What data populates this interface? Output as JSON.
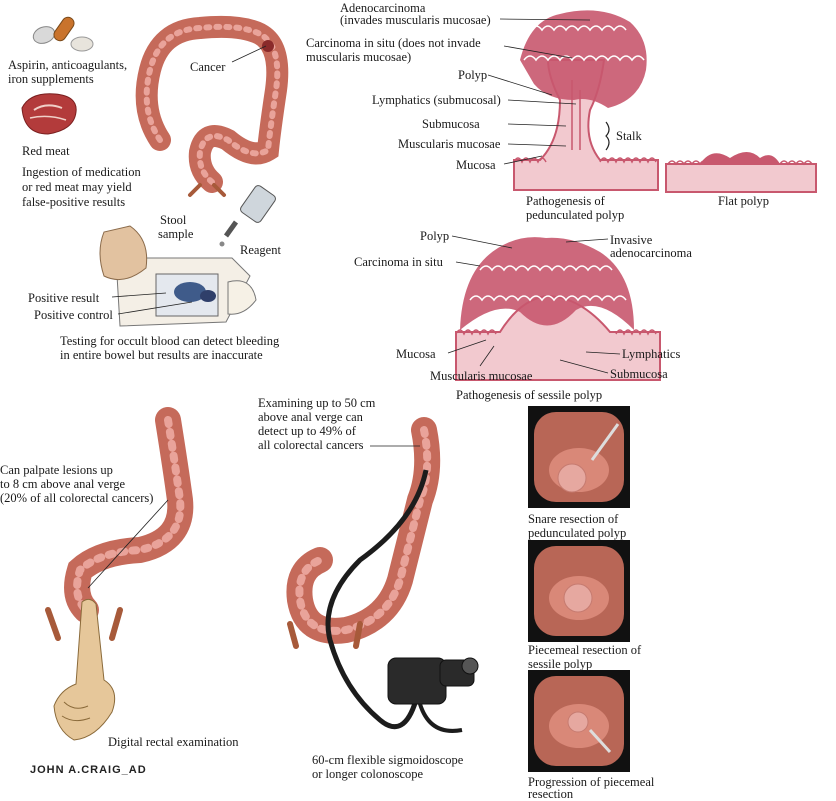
{
  "labels": {
    "aspirin": "Aspirin, anticoagulants,",
    "aspirin2": "iron supplements",
    "red_meat": "Red meat",
    "ingestion1": "Ingestion of medication",
    "ingestion2": "or red meat may yield",
    "ingestion3": "false-positive results",
    "cancer": "Cancer",
    "stool1": "Stool",
    "stool2": "sample",
    "reagent": "Reagent",
    "positive_result": "Positive result",
    "positive_control": "Positive control",
    "testing1": "Testing for occult blood can detect bleeding",
    "testing2": "in entire bowel but results are inaccurate",
    "adeno1": "Adenocarcinoma",
    "adeno2": "(invades muscularis mucosae)",
    "cis1": "Carcinoma in situ (does not invade",
    "cis2": "muscularis mucosae)",
    "polyp": "Polyp",
    "lymph_sub": "Lymphatics (submucosal)",
    "submucosa": "Submucosa",
    "musc_mucosae": "Muscularis mucosae",
    "mucosa": "Mucosa",
    "stalk": "Stalk",
    "path_ped1": "Pathogenesis of",
    "path_ped2": "pedunculated polyp",
    "flat_polyp": "Flat polyp",
    "polyp2": "Polyp",
    "cis_b": "Carcinoma in situ",
    "invasive1": "Invasive",
    "invasive2": "adenocarcinoma",
    "mucosa2": "Mucosa",
    "musc_mucosae2": "Muscularis mucosae",
    "lymphatics2": "Lymphatics",
    "submucosa2": "Submucosa",
    "path_sessile": "Pathogenesis of sessile polyp",
    "palpate1": "Can palpate lesions up",
    "palpate2": "to 8 cm above anal verge",
    "palpate3": "(20% of all colorectal cancers)",
    "digital": "Digital rectal examination",
    "exam1": "Examining up to 50 cm",
    "exam2": "above anal verge can",
    "exam3": "detect up to 49% of",
    "exam4": "all colorectal cancers",
    "scope1": "60-cm flexible sigmoidoscope",
    "scope2": "or longer colonoscope",
    "snare1": "Snare resection of",
    "snare2": "pedunculated polyp",
    "piece1": "Piecemeal resection of",
    "piece2": "sessile polyp",
    "prog1": "Progression of piecemeal",
    "prog2": "resection",
    "signature": "JOHN A.CRAIG_AD"
  },
  "colors": {
    "tissue": "#c8586e",
    "pink": "#f2c9cf",
    "colon": "#c56a5a",
    "dark": "#1c1c1c"
  }
}
